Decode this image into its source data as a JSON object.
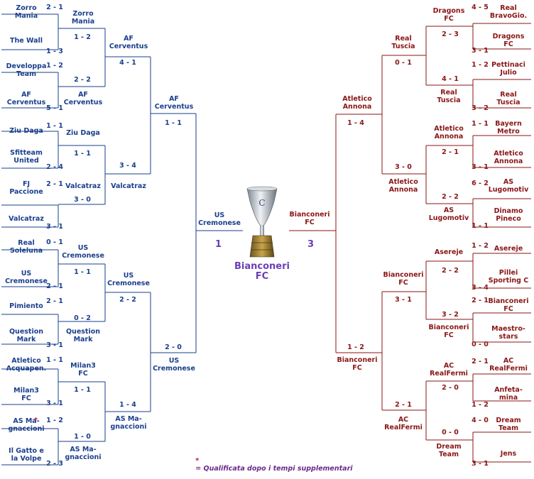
{
  "colors": {
    "left": "#1a3f8c",
    "right": "#8a1616",
    "final": "#6a3fb5",
    "note": "#6b2a8a"
  },
  "left": {
    "teams": [
      "Zorro\nMania",
      "The Wall",
      "Developpa\nTeam",
      "AF\nCerventus",
      "Ziu Daga",
      "Sfitteam\nUnited",
      "FJ\nPaccione",
      "Valcatraz",
      "Real\nSoleluna",
      "US\nCremonese",
      "Pimiento",
      "Question\nMark",
      "Atletico\nAcquapen.",
      "Milan3\nFC",
      "AS Ma-\ngnaccioni",
      "Il Gatto e\nla Volpe"
    ],
    "r1_scores_top": [
      "2 - 1",
      "1 - 2",
      "1 - 1",
      "2 - 1",
      "0 - 1",
      "2 - 1",
      "1 - 1",
      "1 - 2"
    ],
    "r1_scores_bot": [
      "1 - 3",
      "5 - 1",
      "2 - 4",
      "3 - 1",
      "2 - 1",
      "3 - 1",
      "3 - 1",
      "2 - 3"
    ],
    "r2_teams": [
      "Zorro\nMania",
      "AF\nCerventus",
      "Ziu Daga",
      "Valcatraz",
      "US\nCremonese",
      "Question\nMark",
      "Milan3\nFC",
      "AS Ma-\ngnaccioni"
    ],
    "r2_scores": [
      "1 - 2",
      "2 - 2",
      "1 - 1",
      "3 - 0",
      "1 - 1",
      "0 - 2",
      "1 - 1",
      "1 - 0"
    ],
    "r3_teams": [
      "AF\nCerventus",
      "Valcatraz",
      "US\nCremonese",
      "AS Ma-\ngnaccioni"
    ],
    "r3_scores": [
      "4 - 1",
      "3 - 4",
      "2 - 2",
      "1 - 4"
    ],
    "r4_teams": [
      "AF\nCerventus",
      "US\nCremonese"
    ],
    "r4_scores": [
      "1 - 1",
      "2 - 0"
    ],
    "finalist": "US\nCremonese",
    "final_score": "1"
  },
  "right": {
    "teams": [
      "Real\nBravoGio.",
      "Dragons\nFC",
      "Pettinaci\nJulio",
      "Real\nTuscia",
      "Bayern\nMetro",
      "Atletico\nAnnona",
      "AS\nLugomotiv",
      "Dinamo\nPineco",
      "Asereje",
      "Pillei\nSporting C",
      "Bianconeri\nFC",
      "Maestro-\nstars",
      "AC\nRealFermi",
      "Anfeta-\nmina",
      "Dream\nTeam",
      "Jens"
    ],
    "r1_scores_top": [
      "4 - 5",
      "1 - 2",
      "1 - 1",
      "6 - 2",
      "1 - 2",
      "2 - 1",
      "2 - 1",
      "4 - 0"
    ],
    "r1_scores_bot": [
      "3 - 1",
      "3 - 2",
      "3 - 1",
      "1 - 1",
      "3 - 4",
      "0 - 0",
      "1 - 2",
      "3 - 1"
    ],
    "r2_teams": [
      "Dragons\nFC",
      "Real\nTuscia",
      "Atletico\nAnnona",
      "AS\nLugomotiv",
      "Asereje",
      "Bianconeri\nFC",
      "AC\nRealFermi",
      "Dream\nTeam"
    ],
    "r2_scores": [
      "2 - 3",
      "4 - 1",
      "2 - 1",
      "2 - 2",
      "2 - 2",
      "3 - 2",
      "2 - 0",
      "0 - 0"
    ],
    "r3_teams": [
      "Real\nTuscia",
      "Atletico\nAnnona",
      "Bianconeri\nFC",
      "AC\nRealFermi"
    ],
    "r3_scores": [
      "0 - 1",
      "3 - 0",
      "3 - 1",
      "2 - 1"
    ],
    "r4_teams": [
      "Atletico\nAnnona",
      "Bianconeri\nFC"
    ],
    "r4_scores": [
      "1 - 4",
      "1 - 2"
    ],
    "finalist": "Bianconeri\nFC",
    "final_score": "3"
  },
  "champion": "Bianconeri\nFC",
  "footnote": {
    "star": "*",
    "text": "= Qualificata dopo i tempi supplementari"
  },
  "extra_star": "*"
}
